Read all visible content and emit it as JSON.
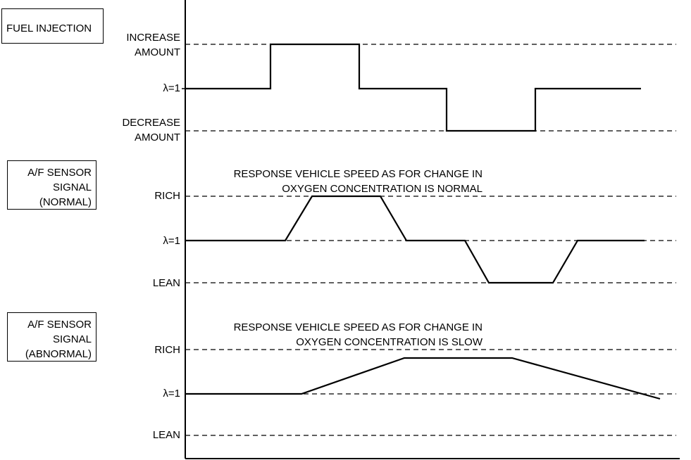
{
  "panels": [
    {
      "box_lines": [
        "FUEL INJECTION"
      ],
      "levels": [
        {
          "lines": [
            "INCREASE",
            "AMOUNT"
          ]
        },
        {
          "lines": [
            "λ=1"
          ]
        },
        {
          "lines": [
            "DECREASE",
            "AMOUNT"
          ]
        }
      ],
      "note_lines": []
    },
    {
      "box_lines": [
        "A/F SENSOR",
        "SIGNAL",
        "(NORMAL)"
      ],
      "levels": [
        {
          "lines": [
            "RICH"
          ]
        },
        {
          "lines": [
            "λ=1"
          ]
        },
        {
          "lines": [
            "LEAN"
          ]
        }
      ],
      "note_lines": [
        "RESPONSE VEHICLE SPEED AS FOR CHANGE IN",
        "OXYGEN CONCENTRATION IS NORMAL"
      ]
    },
    {
      "box_lines": [
        "A/F SENSOR",
        "SIGNAL",
        "(ABNORMAL)"
      ],
      "levels": [
        {
          "lines": [
            "RICH"
          ]
        },
        {
          "lines": [
            "λ=1"
          ]
        },
        {
          "lines": [
            "LEAN"
          ]
        }
      ],
      "note_lines": [
        "RESPONSE VEHICLE SPEED AS FOR CHANGE IN",
        "OXYGEN CONCENTRATION IS SLOW"
      ]
    }
  ]
}
